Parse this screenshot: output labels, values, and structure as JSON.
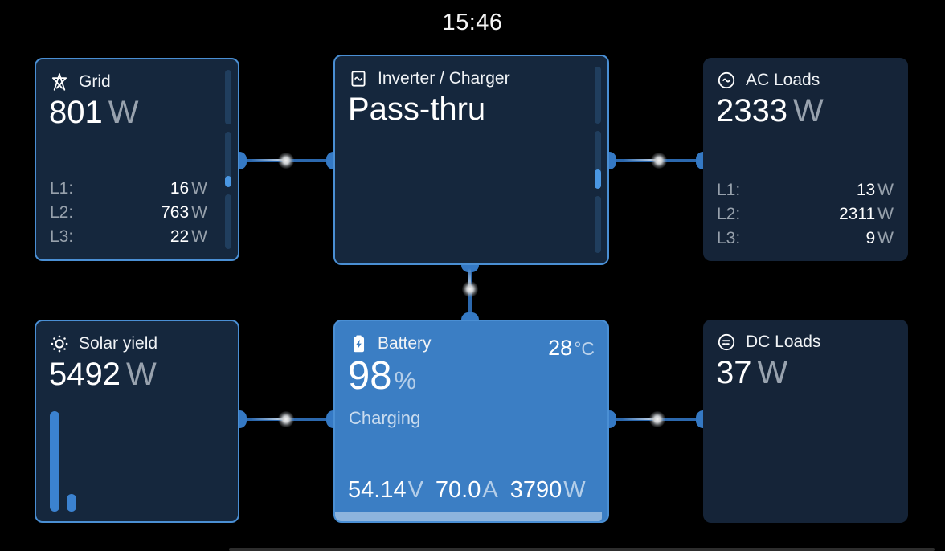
{
  "clock": "15:46",
  "colors": {
    "background": "#000000",
    "tile_dark": "#15273d",
    "accent_border": "#4a8fd4",
    "battery_fill": "#3b7ec4",
    "connector": "#2c68ad",
    "gauge_fill": "#4a97e3",
    "unit_gray": "#98a2ae"
  },
  "grid": {
    "icon": "pylon-icon",
    "title": "Grid",
    "value": "801",
    "unit": "W",
    "phases": [
      {
        "label": "L1:",
        "value": "16",
        "unit": "W"
      },
      {
        "label": "L2:",
        "value": "763",
        "unit": "W"
      },
      {
        "label": "L3:",
        "value": "22",
        "unit": "W"
      }
    ],
    "gauge_fills": [
      0,
      20,
      0
    ]
  },
  "inverter": {
    "icon": "inverter-icon",
    "title": "Inverter / Charger",
    "state": "Pass-thru",
    "gauge_fills": [
      0,
      33,
      0
    ]
  },
  "ac_loads": {
    "icon": "ac-sine-icon",
    "title": "AC Loads",
    "value": "2333",
    "unit": "W",
    "phases": [
      {
        "label": "L1:",
        "value": "13",
        "unit": "W"
      },
      {
        "label": "L2:",
        "value": "2311",
        "unit": "W"
      },
      {
        "label": "L3:",
        "value": "9",
        "unit": "W"
      }
    ]
  },
  "solar": {
    "icon": "sun-icon",
    "title": "Solar yield",
    "value": "5492",
    "unit": "W",
    "bar_heights": [
      96,
      17
    ]
  },
  "battery": {
    "icon": "battery-bolt-icon",
    "title": "Battery",
    "temperature": "28",
    "temperature_unit": "°C",
    "soc": "98",
    "soc_unit": "%",
    "state": "Charging",
    "voltage": "54.14",
    "voltage_unit": "V",
    "current": "70.0",
    "current_unit": "A",
    "power": "3790",
    "power_unit": "W",
    "soc_bar_percent": 98
  },
  "dc_loads": {
    "icon": "dc-symbol-icon",
    "title": "DC Loads",
    "value": "37",
    "unit": "W"
  }
}
